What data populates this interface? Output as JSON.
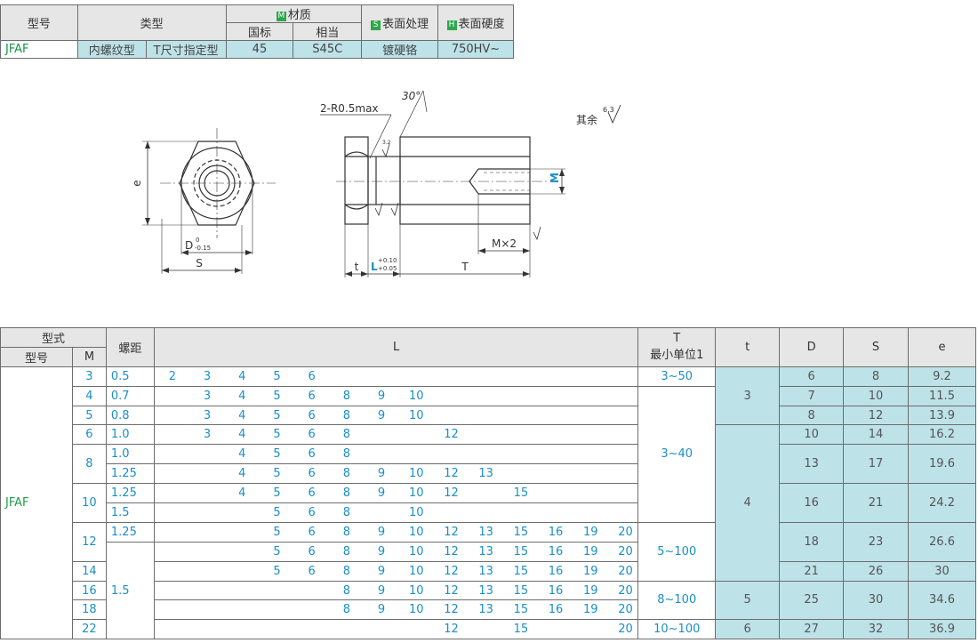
{
  "spec": {
    "headers": {
      "model": "型号",
      "type": "类型",
      "material_badge": "M",
      "material": "材质",
      "national": "国标",
      "equivalent": "相当",
      "surface_badge": "S",
      "surface": "表面处理",
      "hardness_badge": "H",
      "hardness": "表面硬度"
    },
    "row": {
      "model": "JFAF",
      "type1": "内螺纹型",
      "type2": "T尺寸指定型",
      "national": "45",
      "equivalent": "S45C",
      "surface": "镀硬铬",
      "hardness": "750HV~"
    }
  },
  "drawing": {
    "radius_note": "2-R0.5max",
    "angle": "30°",
    "rest_finish": "其余",
    "finish_main": "6.3",
    "finish_small": "3.2",
    "label_e": "e",
    "label_d": "D",
    "d_tol_top": "0",
    "d_tol_bottom": "-0.15",
    "label_s": "S",
    "label_m": "M",
    "label_mx2": "M×2",
    "label_t_small": "t",
    "label_l": "L",
    "l_tol_top": "+0.10",
    "l_tol_bottom": "+0.05",
    "label_t": "T"
  },
  "table": {
    "headers": {
      "style": "型式",
      "model": "型号",
      "m": "M",
      "pitch": "螺距",
      "l": "L",
      "t_upper": "T",
      "t_upper_sub": "最小单位1",
      "t_lower": "t",
      "d": "D",
      "s": "S",
      "e": "e"
    },
    "model": "JFAF",
    "m_values": [
      "3",
      "4",
      "5",
      "6",
      "8",
      "10",
      "12",
      "14",
      "16",
      "18",
      "22"
    ],
    "pitches": [
      "0.5",
      "0.7",
      "0.8",
      "1.0",
      "1.0",
      "1.25",
      "1.25",
      "1.5",
      "1.25",
      "1.5"
    ],
    "l_rows": [
      [
        "2",
        "3",
        "4",
        "5",
        "6",
        "",
        "",
        "",
        "",
        "",
        "",
        "",
        "",
        "",
        ""
      ],
      [
        "",
        "3",
        "4",
        "5",
        "6",
        "8",
        "9",
        "10",
        "",
        "",
        "",
        "",
        "",
        "",
        ""
      ],
      [
        "",
        "3",
        "4",
        "5",
        "6",
        "8",
        "9",
        "10",
        "",
        "",
        "",
        "",
        "",
        "",
        ""
      ],
      [
        "",
        "3",
        "4",
        "5",
        "6",
        "8",
        "",
        "",
        "12",
        "",
        "",
        "",
        "",
        "",
        ""
      ],
      [
        "",
        "",
        "4",
        "5",
        "6",
        "8",
        "",
        "",
        "",
        "",
        "",
        "",
        "",
        "",
        ""
      ],
      [
        "",
        "",
        "4",
        "5",
        "6",
        "8",
        "9",
        "10",
        "12",
        "13",
        "",
        "",
        "",
        "",
        ""
      ],
      [
        "",
        "",
        "4",
        "5",
        "6",
        "8",
        "9",
        "10",
        "12",
        "",
        "15",
        "",
        "",
        "",
        ""
      ],
      [
        "",
        "",
        "",
        "5",
        "6",
        "8",
        "",
        "10",
        "",
        "",
        "",
        "",
        "",
        "",
        ""
      ],
      [
        "",
        "",
        "",
        "5",
        "6",
        "8",
        "9",
        "10",
        "12",
        "13",
        "15",
        "16",
        "19",
        "20"
      ],
      [
        "",
        "",
        "",
        "5",
        "6",
        "8",
        "9",
        "10",
        "12",
        "13",
        "15",
        "16",
        "19",
        "20"
      ],
      [
        "",
        "",
        "",
        "5",
        "6",
        "8",
        "9",
        "10",
        "12",
        "13",
        "15",
        "16",
        "19",
        "20"
      ],
      [
        "",
        "",
        "",
        "",
        "",
        "8",
        "9",
        "10",
        "12",
        "13",
        "15",
        "16",
        "19",
        "20"
      ],
      [
        "",
        "",
        "",
        "",
        "",
        "8",
        "9",
        "10",
        "12",
        "13",
        "15",
        "16",
        "19",
        "20"
      ],
      [
        "",
        "",
        "",
        "",
        "",
        "",
        "",
        "",
        "12",
        "",
        "15",
        "",
        "",
        "20"
      ]
    ],
    "t_ranges": [
      "3~50",
      "3~40",
      "5~100",
      "8~100",
      "10~100"
    ],
    "t_small": [
      "3",
      "4",
      "5",
      "6"
    ],
    "d_values": [
      "6",
      "7",
      "8",
      "10",
      "13",
      "16",
      "18",
      "21",
      "25",
      "27"
    ],
    "s_values": [
      "8",
      "10",
      "12",
      "14",
      "17",
      "21",
      "23",
      "26",
      "30",
      "32"
    ],
    "e_values": [
      "9.2",
      "11.5",
      "13.9",
      "16.2",
      "19.6",
      "24.2",
      "26.6",
      "30",
      "34.6",
      "36.9"
    ]
  }
}
